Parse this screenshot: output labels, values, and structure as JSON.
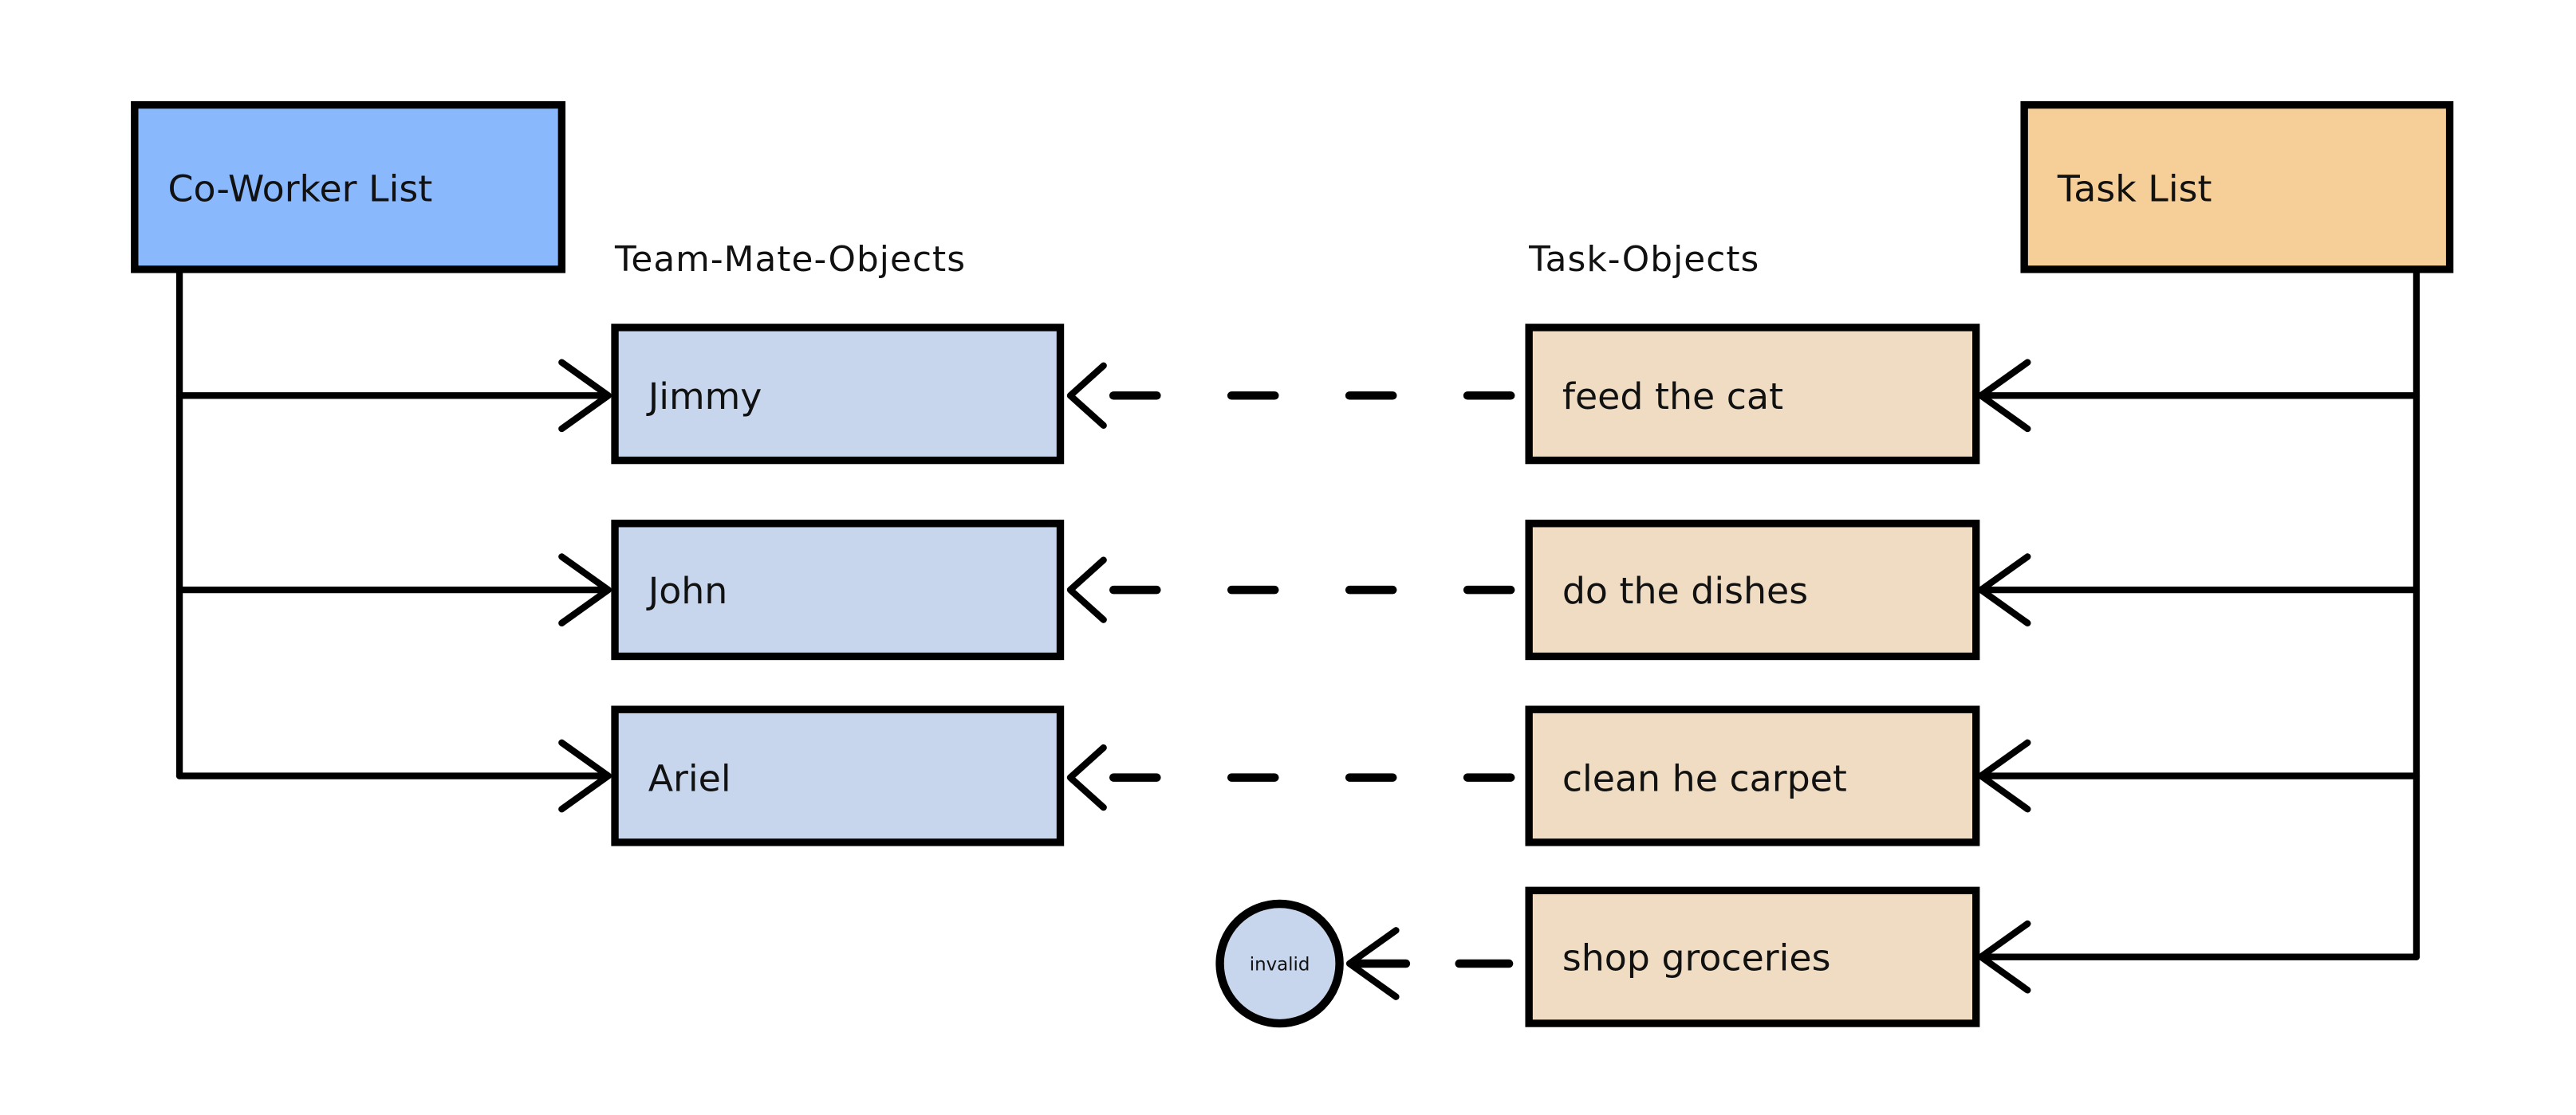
{
  "colors": {
    "coworker_list": "#8ab8fc",
    "task_list": "#f5cf97",
    "teammate": "#c7d6ec",
    "task": "#efdcc2"
  },
  "coworker_list": {
    "label": "Co-Worker List"
  },
  "task_list": {
    "label": "Task List"
  },
  "teammate_header": "Team-Mate-Objects",
  "task_header": "Task-Objects",
  "teammates": [
    "Jimmy",
    "John",
    "Ariel"
  ],
  "tasks": [
    "feed the cat",
    "do the dishes",
    "clean he carpet",
    "shop groceries"
  ],
  "invalid_node": {
    "label": "invalid"
  }
}
